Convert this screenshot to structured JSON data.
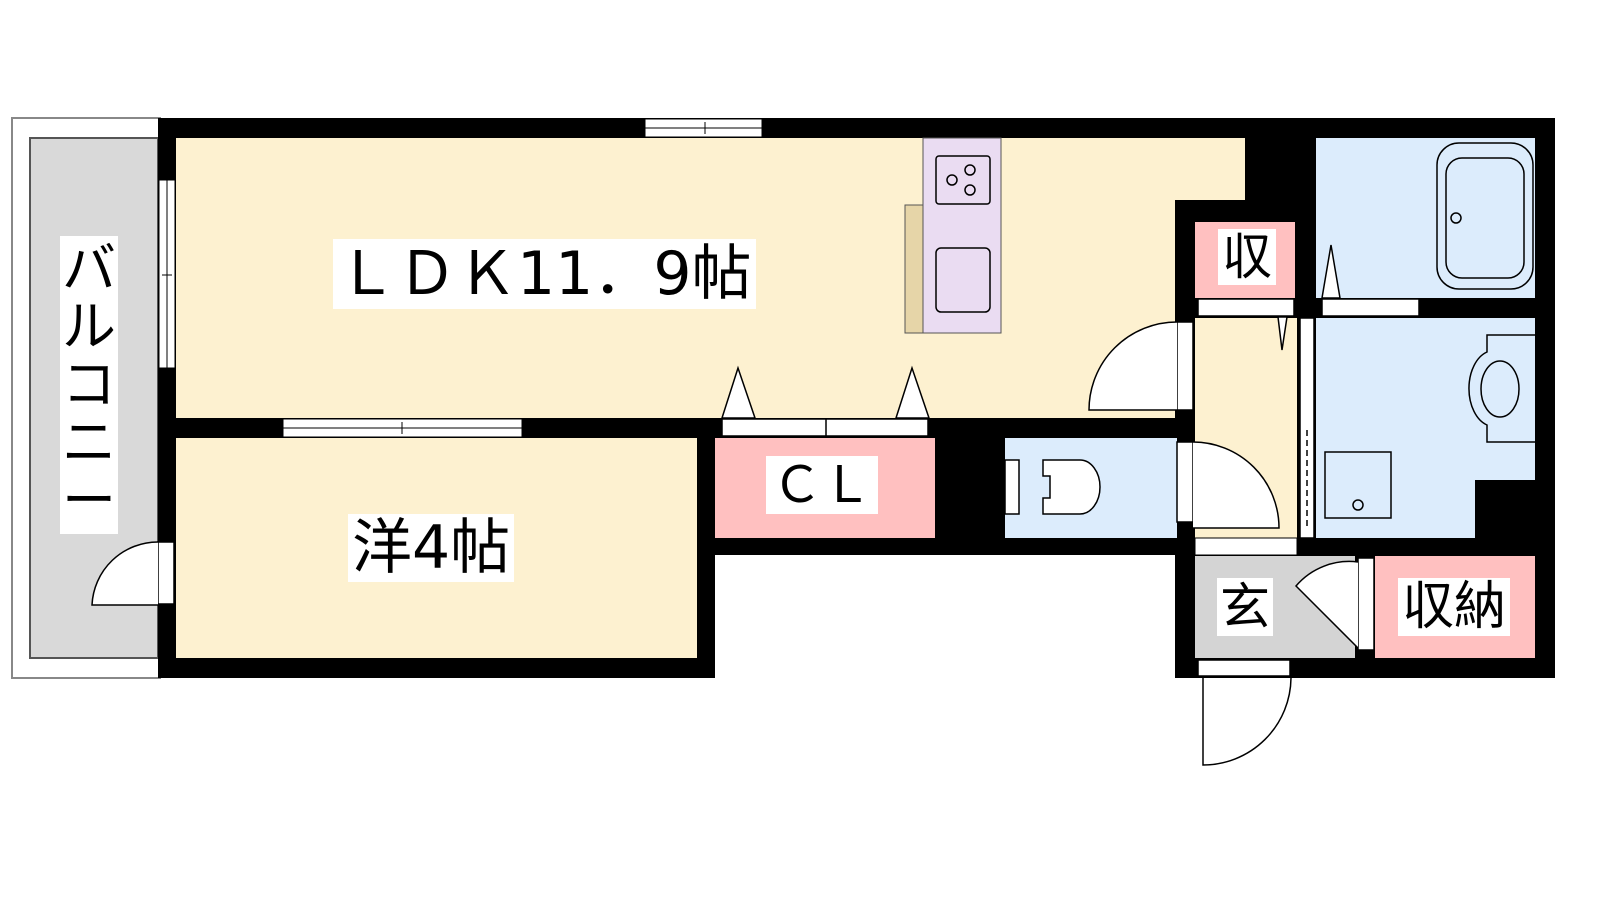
{
  "floorplan": {
    "rooms": {
      "balcony": "バルコニー",
      "ldk": "ＬＤＫ11．9帖",
      "western": "洋4帖",
      "closet": "ＣＬ",
      "storage_small": "収",
      "entrance": "玄",
      "storage": "収納"
    },
    "colors": {
      "living": "#fdf1d0",
      "storage": "#ffc0c0",
      "water": "#dcecfc",
      "kitchen": "#eadcf2",
      "entrance": "#d4d4d4",
      "balcony": "#d9d9d9",
      "wall": "#000000"
    }
  }
}
